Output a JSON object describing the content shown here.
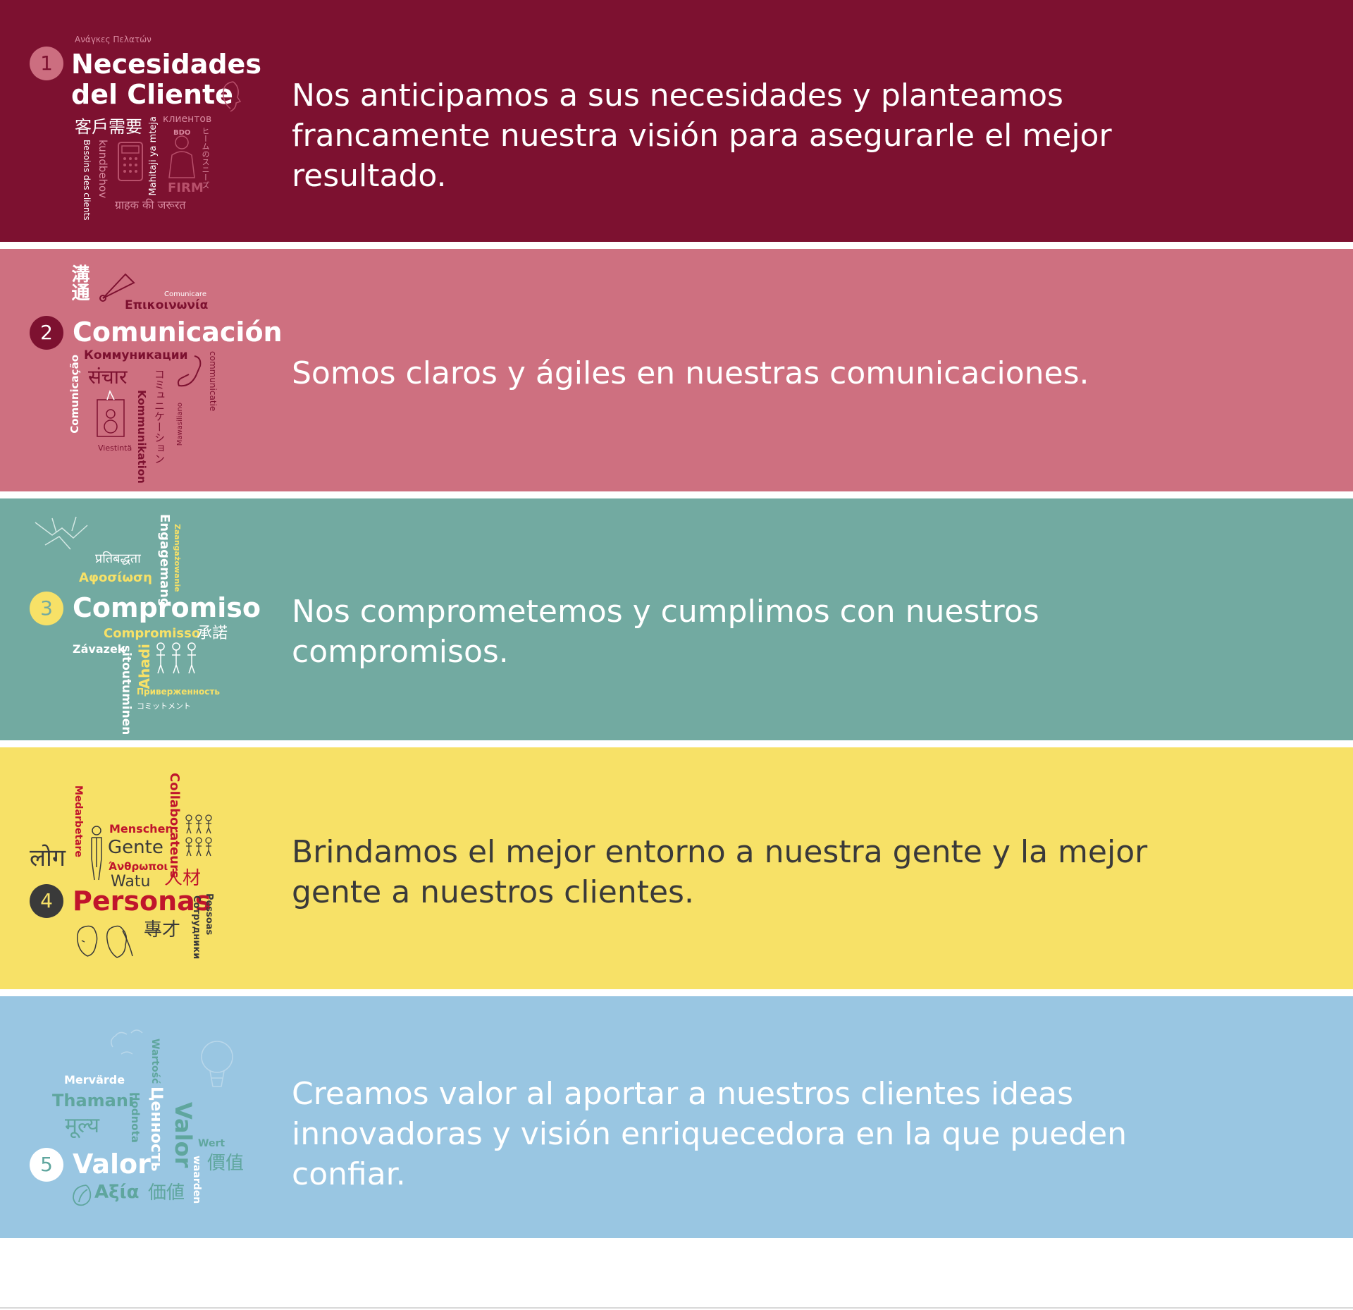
{
  "values": [
    {
      "number": "1",
      "title_line1": "Necesidades",
      "title_line2": "del Cliente",
      "statement": "Nos anticipamos a sus necesidades y planteamos francamente nuestra visión para asegurarle el mejor resultado.",
      "words": {
        "greek": "Ανάγκες Πελατών",
        "chinese": "客戶需要",
        "russian": "клиентов",
        "danish": "kundbehov",
        "french": "Besoins des clients",
        "swahili": "Mahitaji ya mteja",
        "japanese": "ヒームのスニーズ",
        "hindi": "ग्राहक की जरूरत",
        "firm": "FIRM",
        "bdo": "BDO"
      }
    },
    {
      "number": "2",
      "title": "Comunicación",
      "statement": "Somos claros y ágiles en nuestras comunicaciones.",
      "words": {
        "chinese": "溝通",
        "italian": "Comunicare",
        "greek": "Επικοινωνία",
        "russian": "Коммуникации",
        "hindi": "संचार",
        "portuguese": "Comunicação",
        "german": "Kommunikation",
        "japanese": "コミュニケーション",
        "swahili": "Mawasiliano",
        "dutch": "communicatie",
        "finnish": "Viestintä"
      }
    },
    {
      "number": "3",
      "title": "Compromiso",
      "statement": "Nos comprometemos y cumplimos con nuestros compromisos.",
      "words": {
        "hindi": "प्रतिबद्धता",
        "greek": "Αφοσίωση",
        "swedish": "Engagemang",
        "polish": "Zaangażowanie",
        "spanish": "Compromisso",
        "chinese": "承諾",
        "czech": "Závazek",
        "finnish": "sitoutuminen",
        "swahili": "Ahadi",
        "russian": "Приверженность",
        "japanese": "コミットメント"
      }
    },
    {
      "number": "4",
      "title": "Personas",
      "statement": "Brindamos el mejor entorno a nuestra gente y la mejor gente a nuestros clientes.",
      "words": {
        "swedish": "Medarbetare",
        "french": "Collaborateurs",
        "german": "Menschen",
        "spanish": "Gente",
        "hindi": "लोग",
        "greek": "Άνθρωποι",
        "swahili": "Watu",
        "chinese_1": "人材",
        "chinese_2": "專才",
        "portuguese": "Pessoas",
        "russian": "Сотрудники"
      }
    },
    {
      "number": "5",
      "title": "Valor",
      "statement": "Creamos valor al aportar a nuestros clientes ideas innovadoras y visión enriquecedora en la que pueden confiar.",
      "words": {
        "swedish": "Mervärde",
        "swahili": "Thamani",
        "polish": "Wartość",
        "finnish": "Hodnota",
        "russian": "Ценность",
        "spanish": "Valor",
        "hindi": "मूल्य",
        "german": "Wert",
        "dutch": "waarden",
        "chinese_1": "價值",
        "chinese_2": "価値",
        "greek": "Αξία"
      }
    }
  ],
  "colors": {
    "band_1": "#7d1130",
    "band_2": "#ce7080",
    "band_3": "#72aaa1",
    "band_4": "#f7e167",
    "band_5": "#99c6e2"
  }
}
